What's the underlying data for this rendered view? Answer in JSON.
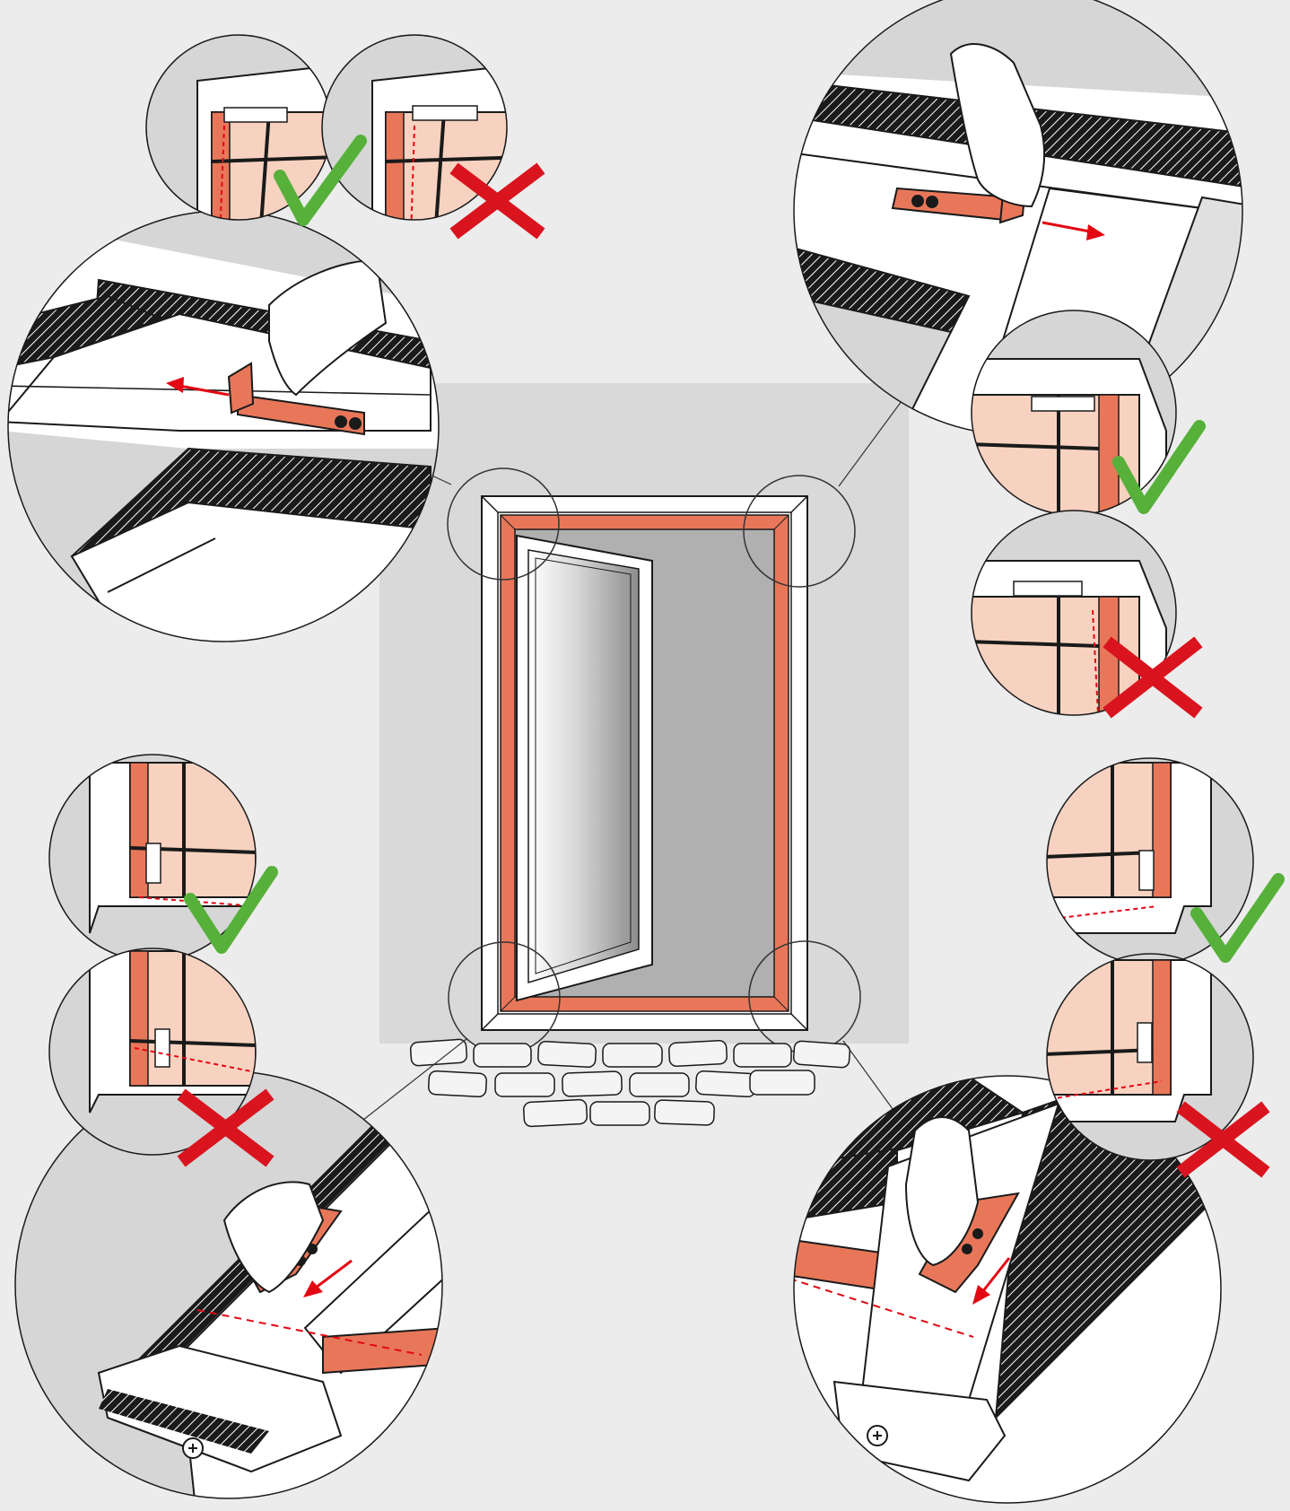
{
  "diagram": {
    "subject": "door-fly-screen-corner-assembly",
    "colors": {
      "background": "#ececec",
      "backdrop": "#d9d9d9",
      "frame_orange": "#e8775a",
      "frame_light": "#f8d2c0",
      "correct": "#56b03a",
      "wrong": "#d9141f",
      "arrow": "#e30613",
      "line": "#1a1a1a",
      "mesh": "#b0b0b0",
      "paver": "#f4f4f4"
    },
    "corners": [
      {
        "id": "top-left",
        "arrow": "left"
      },
      {
        "id": "top-right",
        "arrow": "right"
      },
      {
        "id": "bottom-left",
        "arrow": "down-left"
      },
      {
        "id": "bottom-right",
        "arrow": "down-left"
      }
    ],
    "markers": {
      "correct_icon": "check-mark-icon",
      "wrong_icon": "cross-mark-icon"
    }
  }
}
